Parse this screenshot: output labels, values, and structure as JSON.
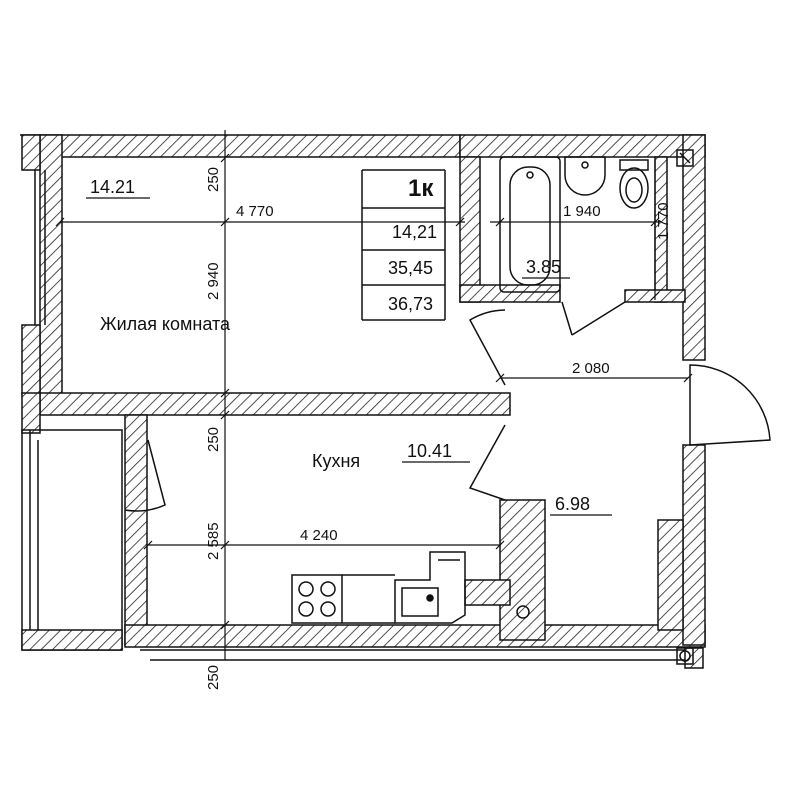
{
  "summary": {
    "type_label": "1к",
    "living_area": "14,21",
    "total_area": "35,45",
    "total_area_with_balcony": "36,73"
  },
  "rooms": {
    "living_room": {
      "name": "Жилая комната",
      "area": "14.21"
    },
    "kitchen": {
      "name": "Кухня",
      "area": "10.41"
    },
    "bathroom": {
      "area": "3.85"
    },
    "hallway": {
      "area": "6.98"
    }
  },
  "dimensions": {
    "living_width": "4 770",
    "living_depth": "2 940",
    "living_wall_top": "250",
    "living_wall_mid": "250",
    "bath_width": "1 940",
    "bath_depth": "1 770",
    "hall_width": "2 080",
    "kitchen_width": "4 240",
    "kitchen_depth": "2 585",
    "bottom_wall": "250"
  }
}
